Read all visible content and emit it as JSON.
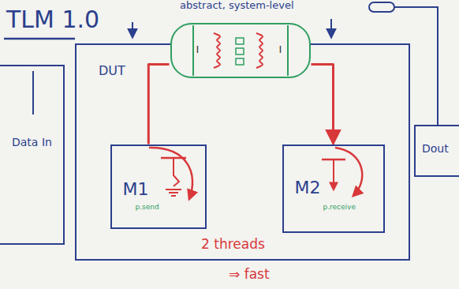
{
  "diagram": {
    "title": "TLM 1.0",
    "nodes": [
      {
        "text": [
          "DUT"
        ]
      },
      {
        "text": [
          "I",
          "I"
        ],
        "in": 0
      },
      {
        "text": [
          "M1",
          "p.send"
        ],
        "in": 0
      },
      {
        "text": [
          "M2",
          "p.receive"
        ],
        "in": 0
      },
      {
        "text": [
          "Data In"
        ]
      },
      {
        "text": [
          "Dout"
        ]
      }
    ],
    "edges": [
      {
        "from": 2,
        "to": 1,
        "arrow": "none"
      },
      {
        "from": 1,
        "to": 3,
        "arrow": "to"
      }
    ],
    "labels": [
      "abstract, system-level",
      "2 threads",
      "⇒ fast"
    ]
  }
}
